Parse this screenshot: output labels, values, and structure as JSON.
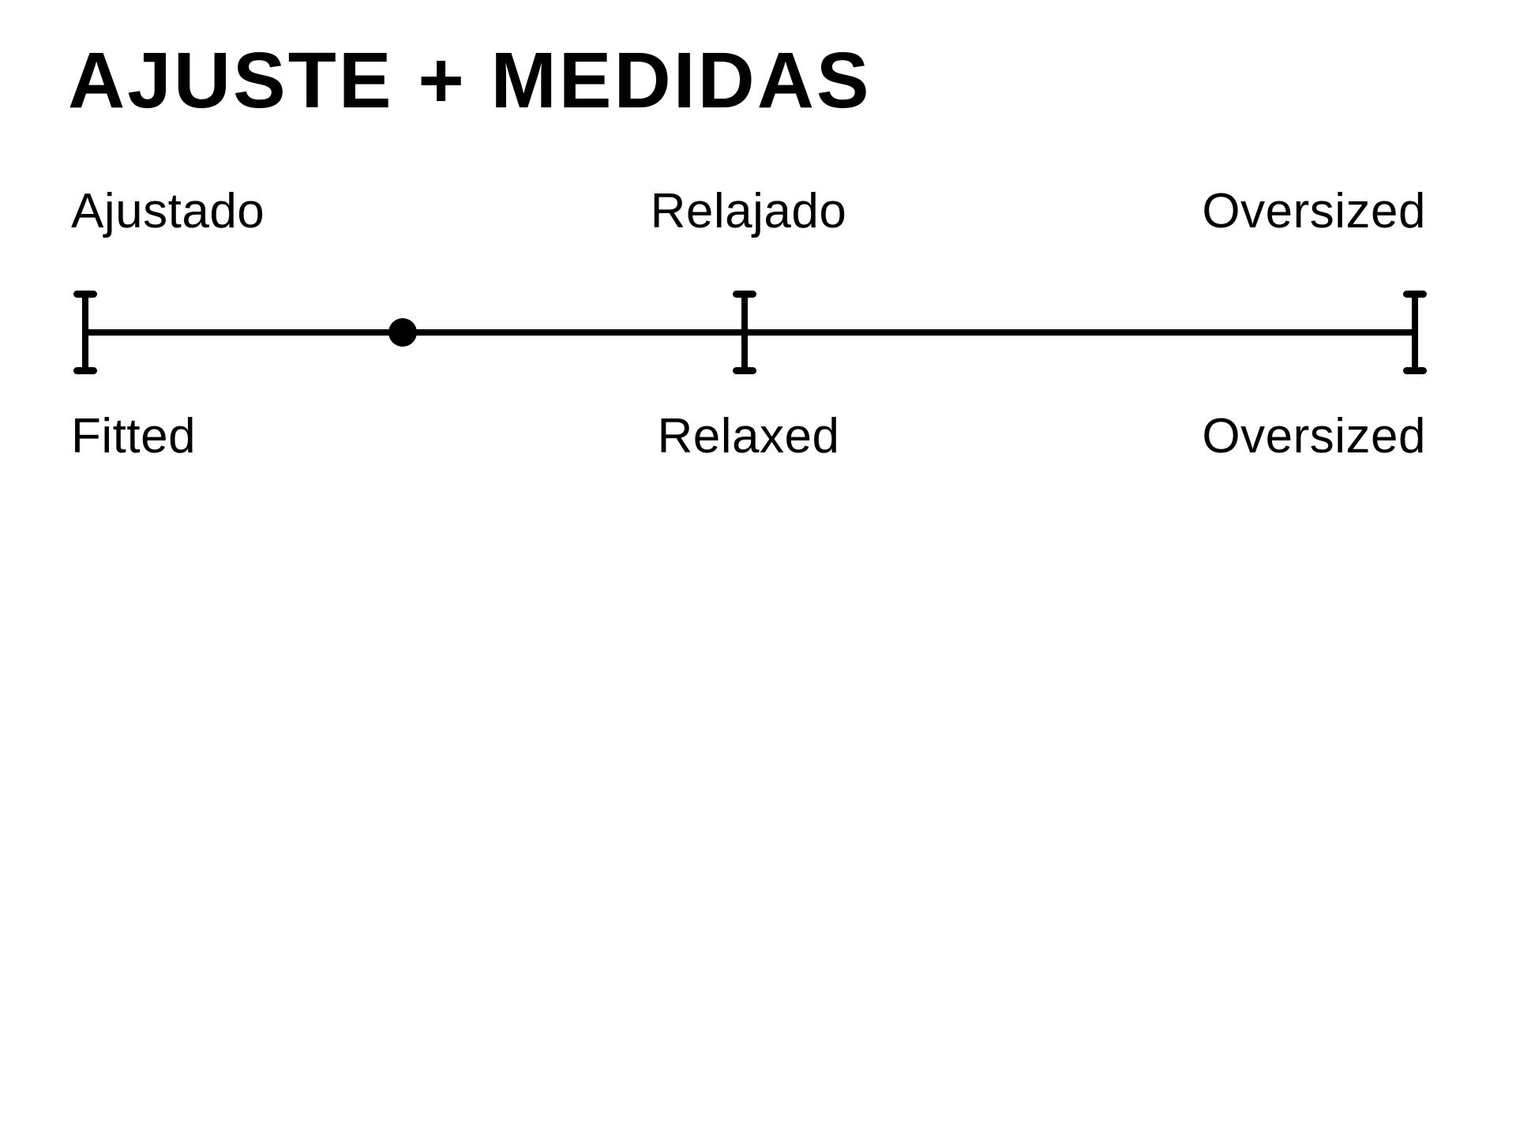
{
  "page": {
    "background": "#ffffff",
    "ink": "#000000"
  },
  "header": {
    "title": "AJUSTE + MEDIDAS"
  },
  "fit_scale": {
    "top_labels": [
      "Ajustado",
      "Relajado",
      "Oversized"
    ],
    "bottom_labels": [
      "Fitted",
      "Relaxed",
      "Oversized"
    ],
    "ticks_pct": [
      0,
      49.6,
      100
    ],
    "marker_pct": 23.9,
    "marker_shape": "filled-circle-icon"
  }
}
